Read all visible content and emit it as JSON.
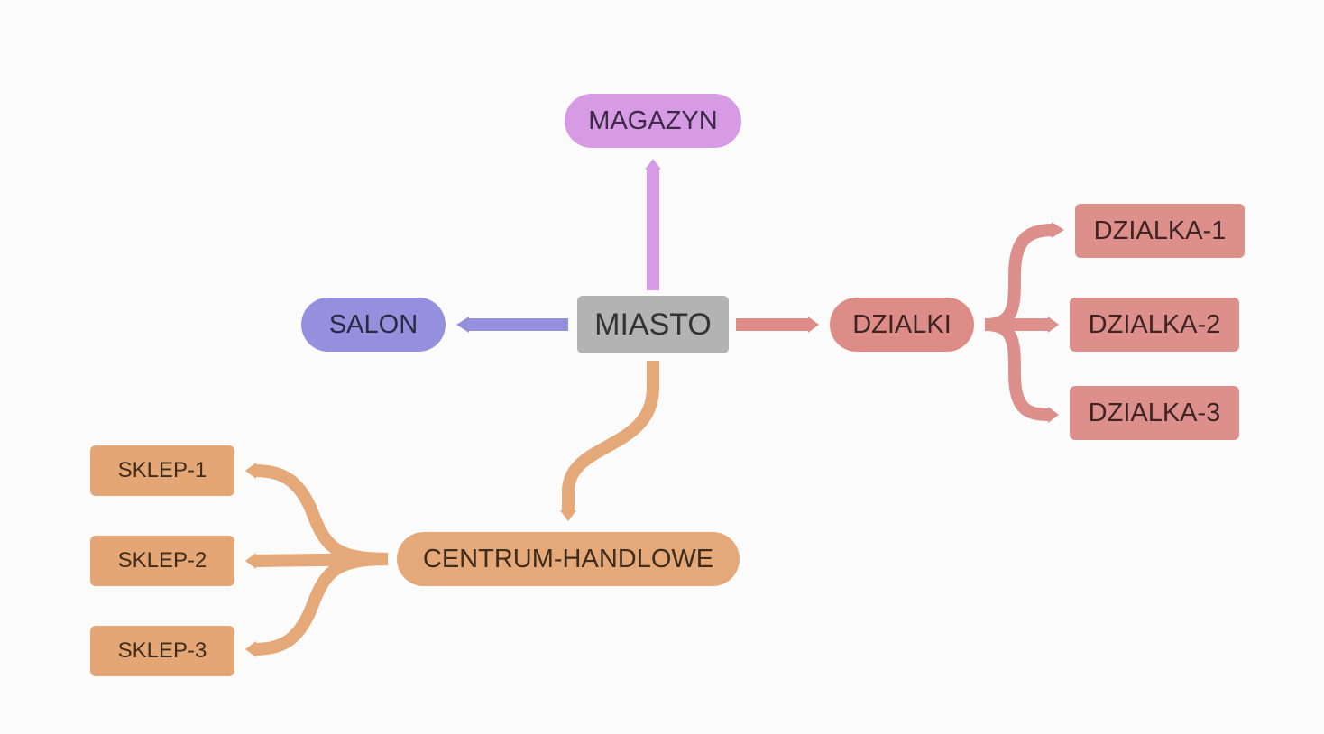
{
  "colors": {
    "root": "#b3b3b3",
    "magazyn": "#d79be6",
    "salon": "#9590dd",
    "dzialki": "#dd8c87",
    "centrum": "#e5a878"
  },
  "root": {
    "label": "MIASTO"
  },
  "branches": {
    "magazyn": {
      "label": "MAGAZYN"
    },
    "salon": {
      "label": "SALON"
    },
    "dzialki": {
      "label": "DZIALKI",
      "children": [
        "DZIALKA-1",
        "DZIALKA-2",
        "DZIALKA-3"
      ]
    },
    "centrum": {
      "label": "CENTRUM-HANDLOWE",
      "children": [
        "SKLEP-1",
        "SKLEP-2",
        "SKLEP-3"
      ]
    }
  }
}
